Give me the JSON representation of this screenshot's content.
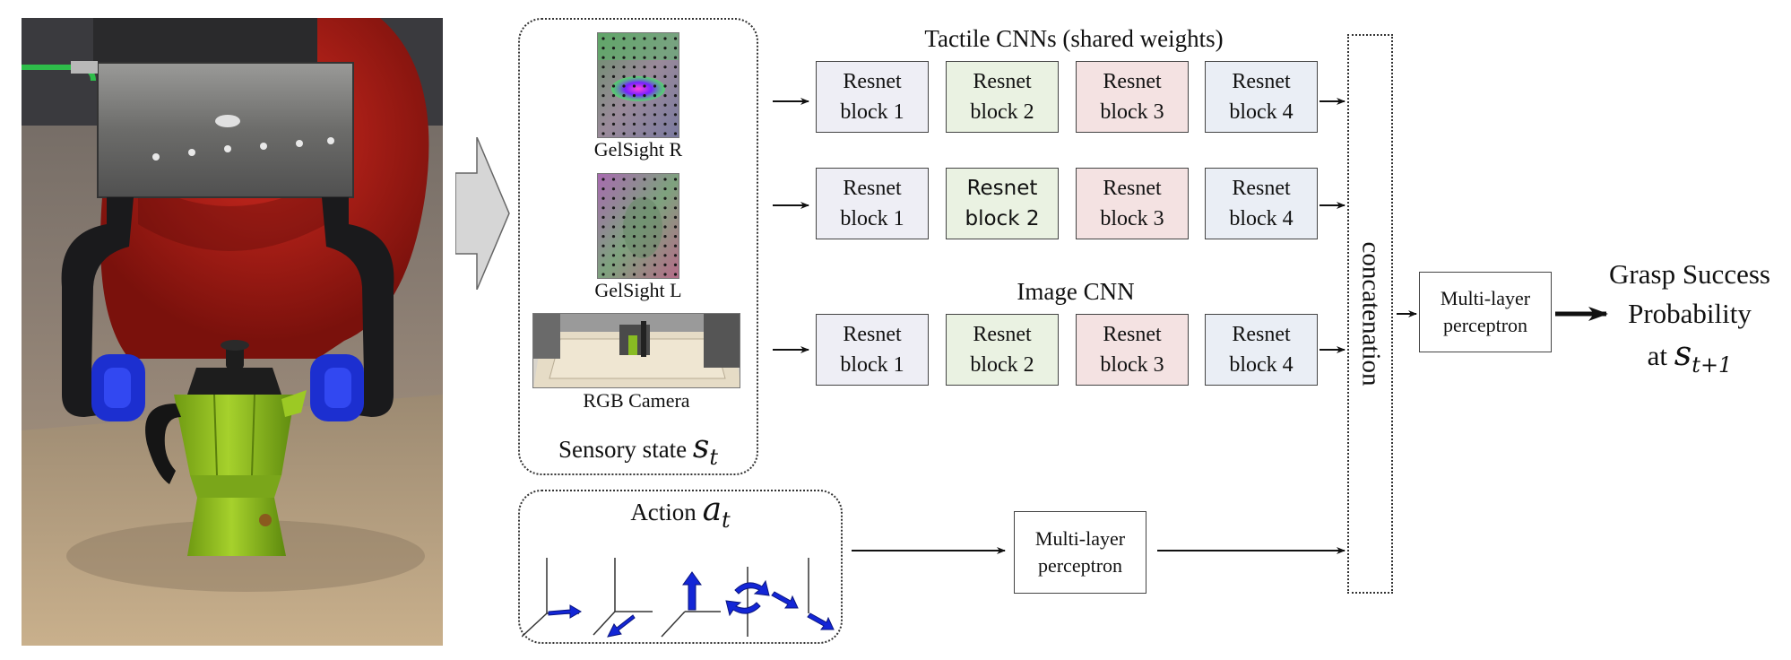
{
  "photo": {
    "alt": ""
  },
  "sensory_state": {
    "gelsight_r_caption": "GelSight R",
    "gelsight_l_caption": "GelSight L",
    "rgb_caption": "RGB Camera",
    "label_text": "Sensory state",
    "label_math": "s",
    "label_sub": "t"
  },
  "action": {
    "label_text": "Action",
    "label_math": "a",
    "label_sub": "t",
    "arrow_color": "#1326d6"
  },
  "tactile_cnn": {
    "title": "Tactile CNNs (shared weights)",
    "rows": [
      {
        "blocks": [
          [
            "Resnet",
            "block 1"
          ],
          [
            "Resnet",
            "block 2"
          ],
          [
            "Resnet",
            "block 3"
          ],
          [
            "Resnet",
            "block 4"
          ]
        ]
      },
      {
        "blocks": [
          [
            "Resnet",
            "block 1"
          ],
          [
            "Resnet",
            "block 2"
          ],
          [
            "Resnet",
            "block 3"
          ],
          [
            "Resnet",
            "block 4"
          ]
        ]
      }
    ]
  },
  "image_cnn": {
    "title": "Image CNN",
    "blocks": [
      [
        "Resnet",
        "block 1"
      ],
      [
        "Resnet",
        "block 2"
      ],
      [
        "Resnet",
        "block 3"
      ],
      [
        "Resnet",
        "block 4"
      ]
    ]
  },
  "concatenation_label": "concatenation",
  "mlp_top": [
    "Multi-layer",
    "perceptron"
  ],
  "mlp_bottom": [
    "Multi-layer",
    "perceptron"
  ],
  "output": {
    "line1": "Grasp Success",
    "line2": "Probability",
    "line3_text": "at",
    "line3_math": "s",
    "line3_sub": "t+1"
  },
  "block_colors": [
    "#eeeef5",
    "#eaf2e2",
    "#f4e2e2",
    "#eaeef5"
  ]
}
